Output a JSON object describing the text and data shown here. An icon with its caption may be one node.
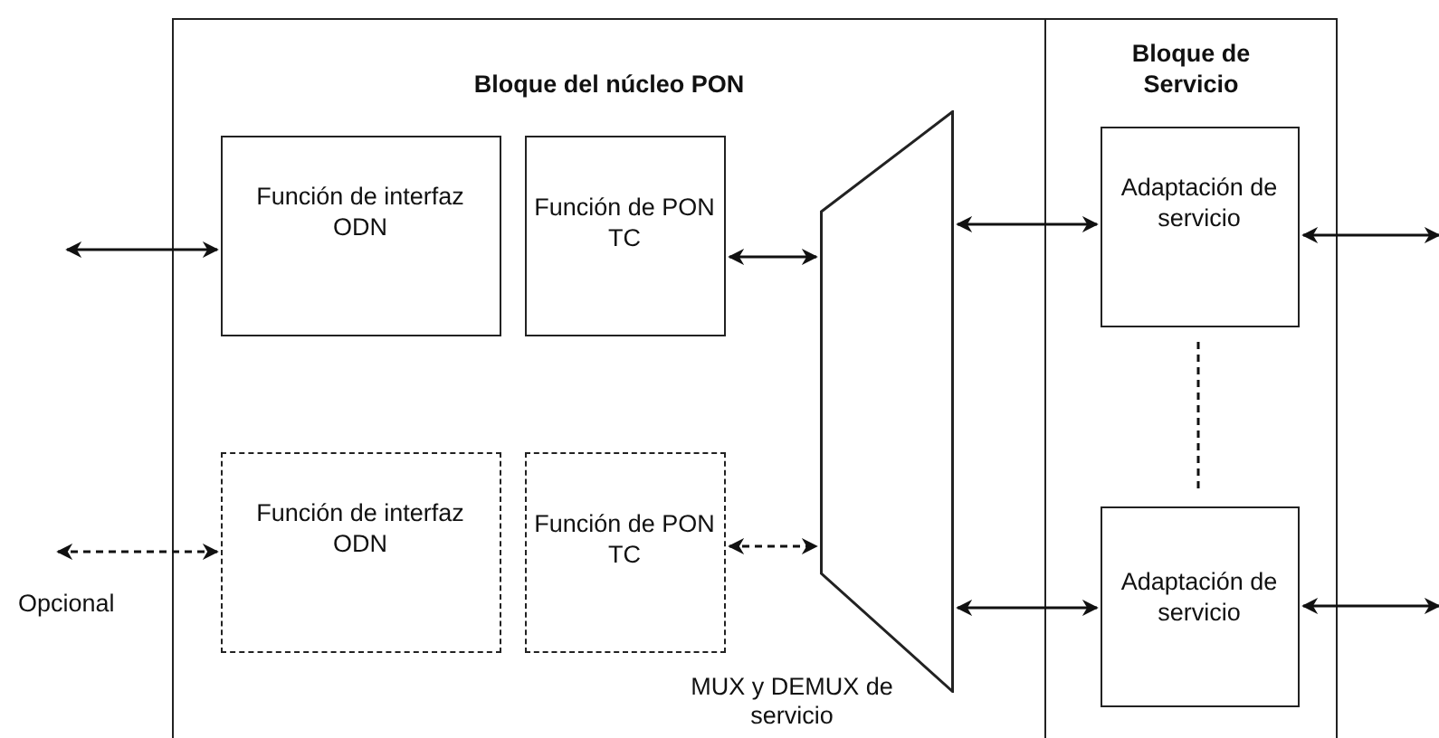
{
  "diagram": {
    "nodes": [
      {
        "text": [
          "Bloque del núcleo PON"
        ]
      },
      {
        "text": [
          "Función de interfaz ODN"
        ],
        "in": 0
      },
      {
        "text": [
          "Función de PON TC"
        ],
        "in": 0
      },
      {
        "text": [
          "Función de interfaz ODN"
        ],
        "in": 0
      },
      {
        "text": [
          "Función de PON TC"
        ],
        "in": 0
      },
      {
        "text": [],
        "shape": "trapezoid",
        "beside": [
          "MUX y DEMUX de servicio"
        ],
        "in": 0
      },
      {
        "text": [
          "Bloque de Servicio"
        ]
      },
      {
        "text": [
          "Adaptación de servicio"
        ],
        "in": 6
      },
      {
        "text": [
          "Adaptación de servicio"
        ],
        "in": 6
      }
    ],
    "edges": [
      {
        "from": null,
        "to": 1,
        "arrow": "both"
      },
      {
        "from": null,
        "to": 3,
        "arrow": "both",
        "style": "dashed"
      },
      {
        "from": 2,
        "to": 5,
        "arrow": "both"
      },
      {
        "from": 4,
        "to": 5,
        "arrow": "both",
        "style": "dashed"
      },
      {
        "from": 5,
        "to": 7,
        "arrow": "both"
      },
      {
        "from": 5,
        "to": 8,
        "arrow": "both"
      },
      {
        "from": 7,
        "to": null,
        "arrow": "both"
      },
      {
        "from": 8,
        "to": null,
        "arrow": "both"
      },
      {
        "from": 7,
        "to": 8,
        "arrow": "none",
        "style": "dashed"
      }
    ],
    "labels": [
      "Opcional"
    ]
  }
}
